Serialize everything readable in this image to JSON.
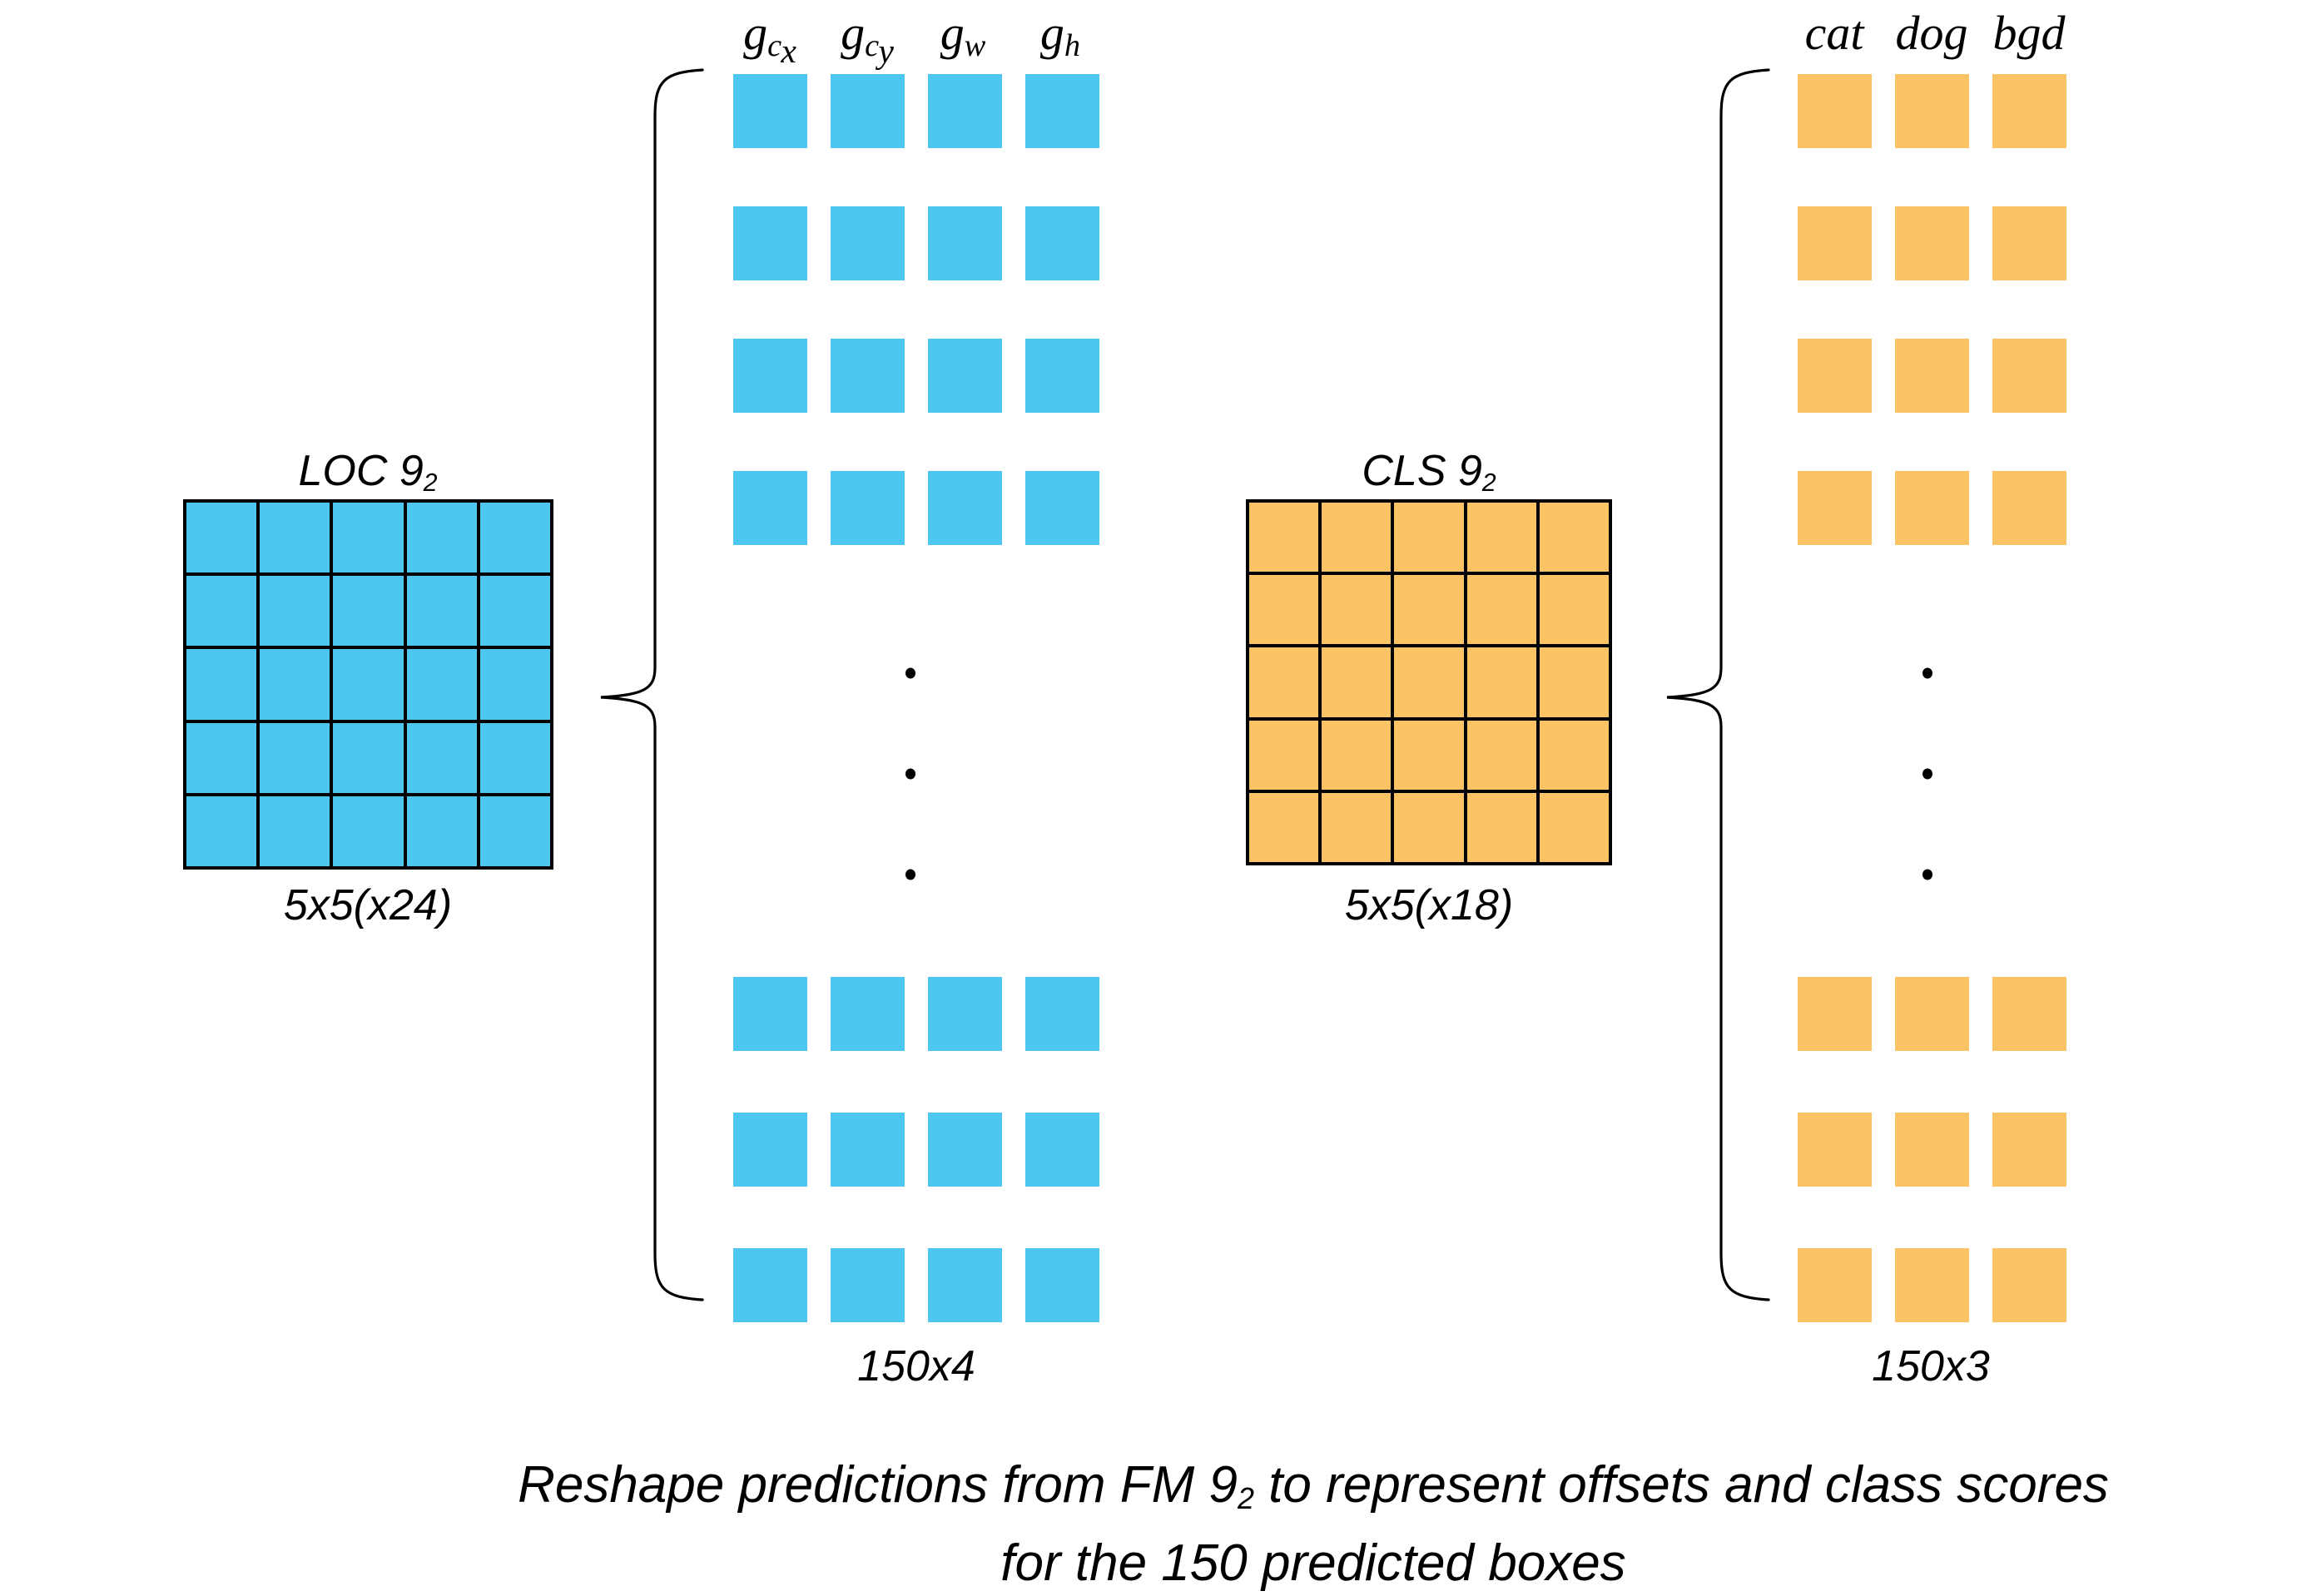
{
  "colors": {
    "blue": "#4EC7F0",
    "orange": "#FAC466",
    "stroke": "#000000",
    "background": "#FFFFFF"
  },
  "loc": {
    "title_main": "LOC 9",
    "title_sub": "2",
    "dims_label": "5x5(x24)",
    "grid_rows": 5,
    "grid_cols": 5,
    "headers": [
      {
        "base": "g",
        "sub": "c",
        "subsub": "x"
      },
      {
        "base": "g",
        "sub": "c",
        "subsub": "y"
      },
      {
        "base": "g",
        "sub": "w"
      },
      {
        "base": "g",
        "sub": "h"
      }
    ],
    "top_group_rows": 4,
    "ellipsis_dots": 3,
    "bottom_group_rows": 3,
    "reshaped_label": "150x4"
  },
  "cls": {
    "title_main": "CLS 9",
    "title_sub": "2",
    "dims_label": "5x5(x18)",
    "grid_rows": 5,
    "grid_cols": 5,
    "headers": [
      {
        "base": "cat"
      },
      {
        "base": "dog"
      },
      {
        "base": "bgd"
      }
    ],
    "top_group_rows": 4,
    "ellipsis_dots": 3,
    "bottom_group_rows": 3,
    "reshaped_label": "150x3"
  },
  "caption": {
    "line1_pre": "Reshape predictions from FM 9",
    "line1_sub": "2",
    "line1_post": " to represent offsets and class scores",
    "line2": "for the 150 predicted boxes"
  }
}
